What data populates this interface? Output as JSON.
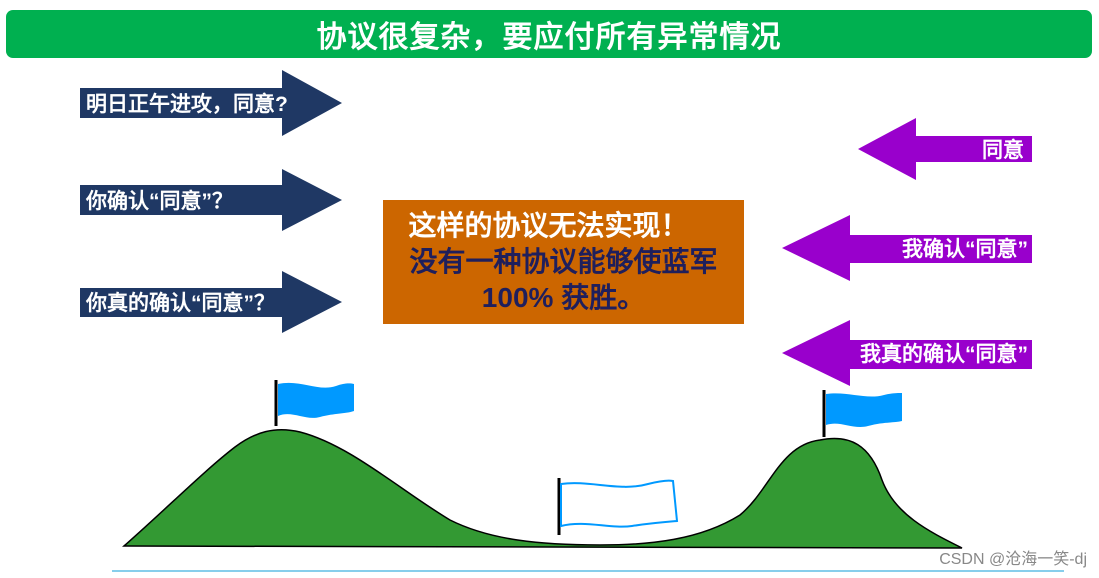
{
  "title": "协议很复杂，要应付所有异常情况",
  "left_arrows": [
    {
      "label": "明日正午进攻，同意?",
      "color": "#1f3864"
    },
    {
      "label": "你确认“同意”？",
      "color": "#1f3864"
    },
    {
      "label": "你真的确认“同意”？",
      "color": "#1f3864"
    }
  ],
  "right_arrows": [
    {
      "label": "同意",
      "color": "#9900cc"
    },
    {
      "label": "我确认“同意”",
      "color": "#9900cc"
    },
    {
      "label": "我真的确认“同意”",
      "color": "#9900cc"
    }
  ],
  "center_box": {
    "line1": "这样的协议无法实现！",
    "line2": "没有一种协议能够使蓝军",
    "line3": "100% 获胜。",
    "color": "#cc6600"
  },
  "colors": {
    "title_bar": "#00b050",
    "hill": "#339933",
    "blue_flag": "#0099ff",
    "ground_line": "#87ceeb"
  },
  "watermark": "CSDN @沧海一笑-dj"
}
